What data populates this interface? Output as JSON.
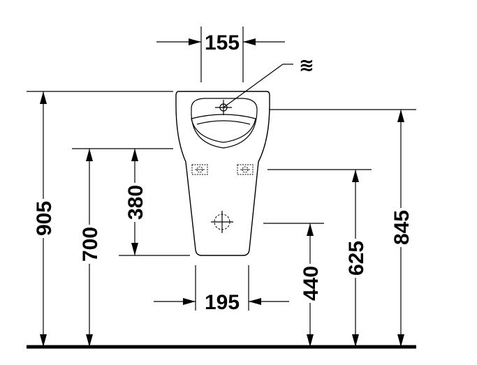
{
  "drawing": {
    "dimensions": {
      "top_width": "155",
      "bottom_width": "195",
      "total_height": "905",
      "rim_height": "700",
      "inner_height": "380",
      "rim_top": "845",
      "inlet_height": "625",
      "outlet_height": "440"
    },
    "symbols": {
      "water_inlet": "≋"
    },
    "colors": {
      "line": "#000000",
      "background": "#ffffff"
    }
  }
}
